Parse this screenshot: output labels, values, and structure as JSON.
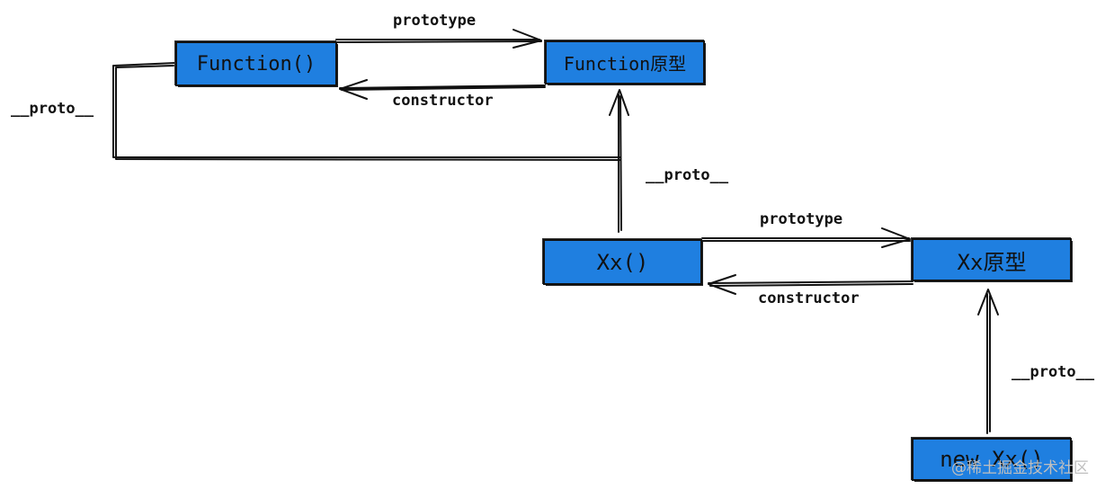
{
  "nodes": {
    "function_ctor": "Function()",
    "function_proto": "Function原型",
    "xx_ctor": "Xx()",
    "xx_proto": "Xx原型",
    "new_xx": "new Xx()"
  },
  "edges": {
    "function_prototype": "prototype",
    "function_constructor": "constructor",
    "function_proto_link": "__proto__",
    "xx_to_function_proto": "__proto__",
    "xx_prototype": "prototype",
    "xx_constructor": "constructor",
    "newxx_proto_link": "__proto__"
  },
  "watermark": "@稀土掘金技术社区",
  "colors": {
    "box_fill": "#1f7fe0",
    "stroke": "#111111"
  }
}
